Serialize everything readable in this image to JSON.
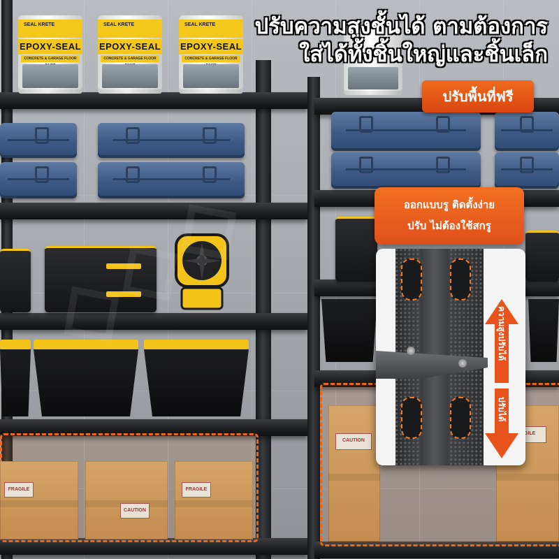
{
  "headline": {
    "line1": "ปรับความสูงชั้นได้ ตามต้องการ",
    "line2": "ใส่ได้ทั้งชิ้นใหญ่และชิ้นเล็ก"
  },
  "badge": {
    "label": "ปรับพื้นที่ฟรี",
    "color": "#e4541a"
  },
  "callout": {
    "line1": "ออกแบบรู ติดตั้งง่าย",
    "line2": "ปรับ ไม่ต้องใช้สกรู",
    "color": "#ec5f1e"
  },
  "detail": {
    "up_arrow_text": "ความสูงปรับได้",
    "down_arrow_text": "ปรับได้",
    "accent": "#f07a28"
  },
  "products": {
    "can_label_top": "SEAL KRETE",
    "can_brand": "EPOXY-SEAL",
    "can_sub": "CONCRETE & GARAGE FLOOR PAINT",
    "box_sticker": "FRAGILE",
    "box_caution": "CAUTION"
  },
  "icons": {
    "up": "arrow-up-icon",
    "down": "arrow-down-icon"
  }
}
